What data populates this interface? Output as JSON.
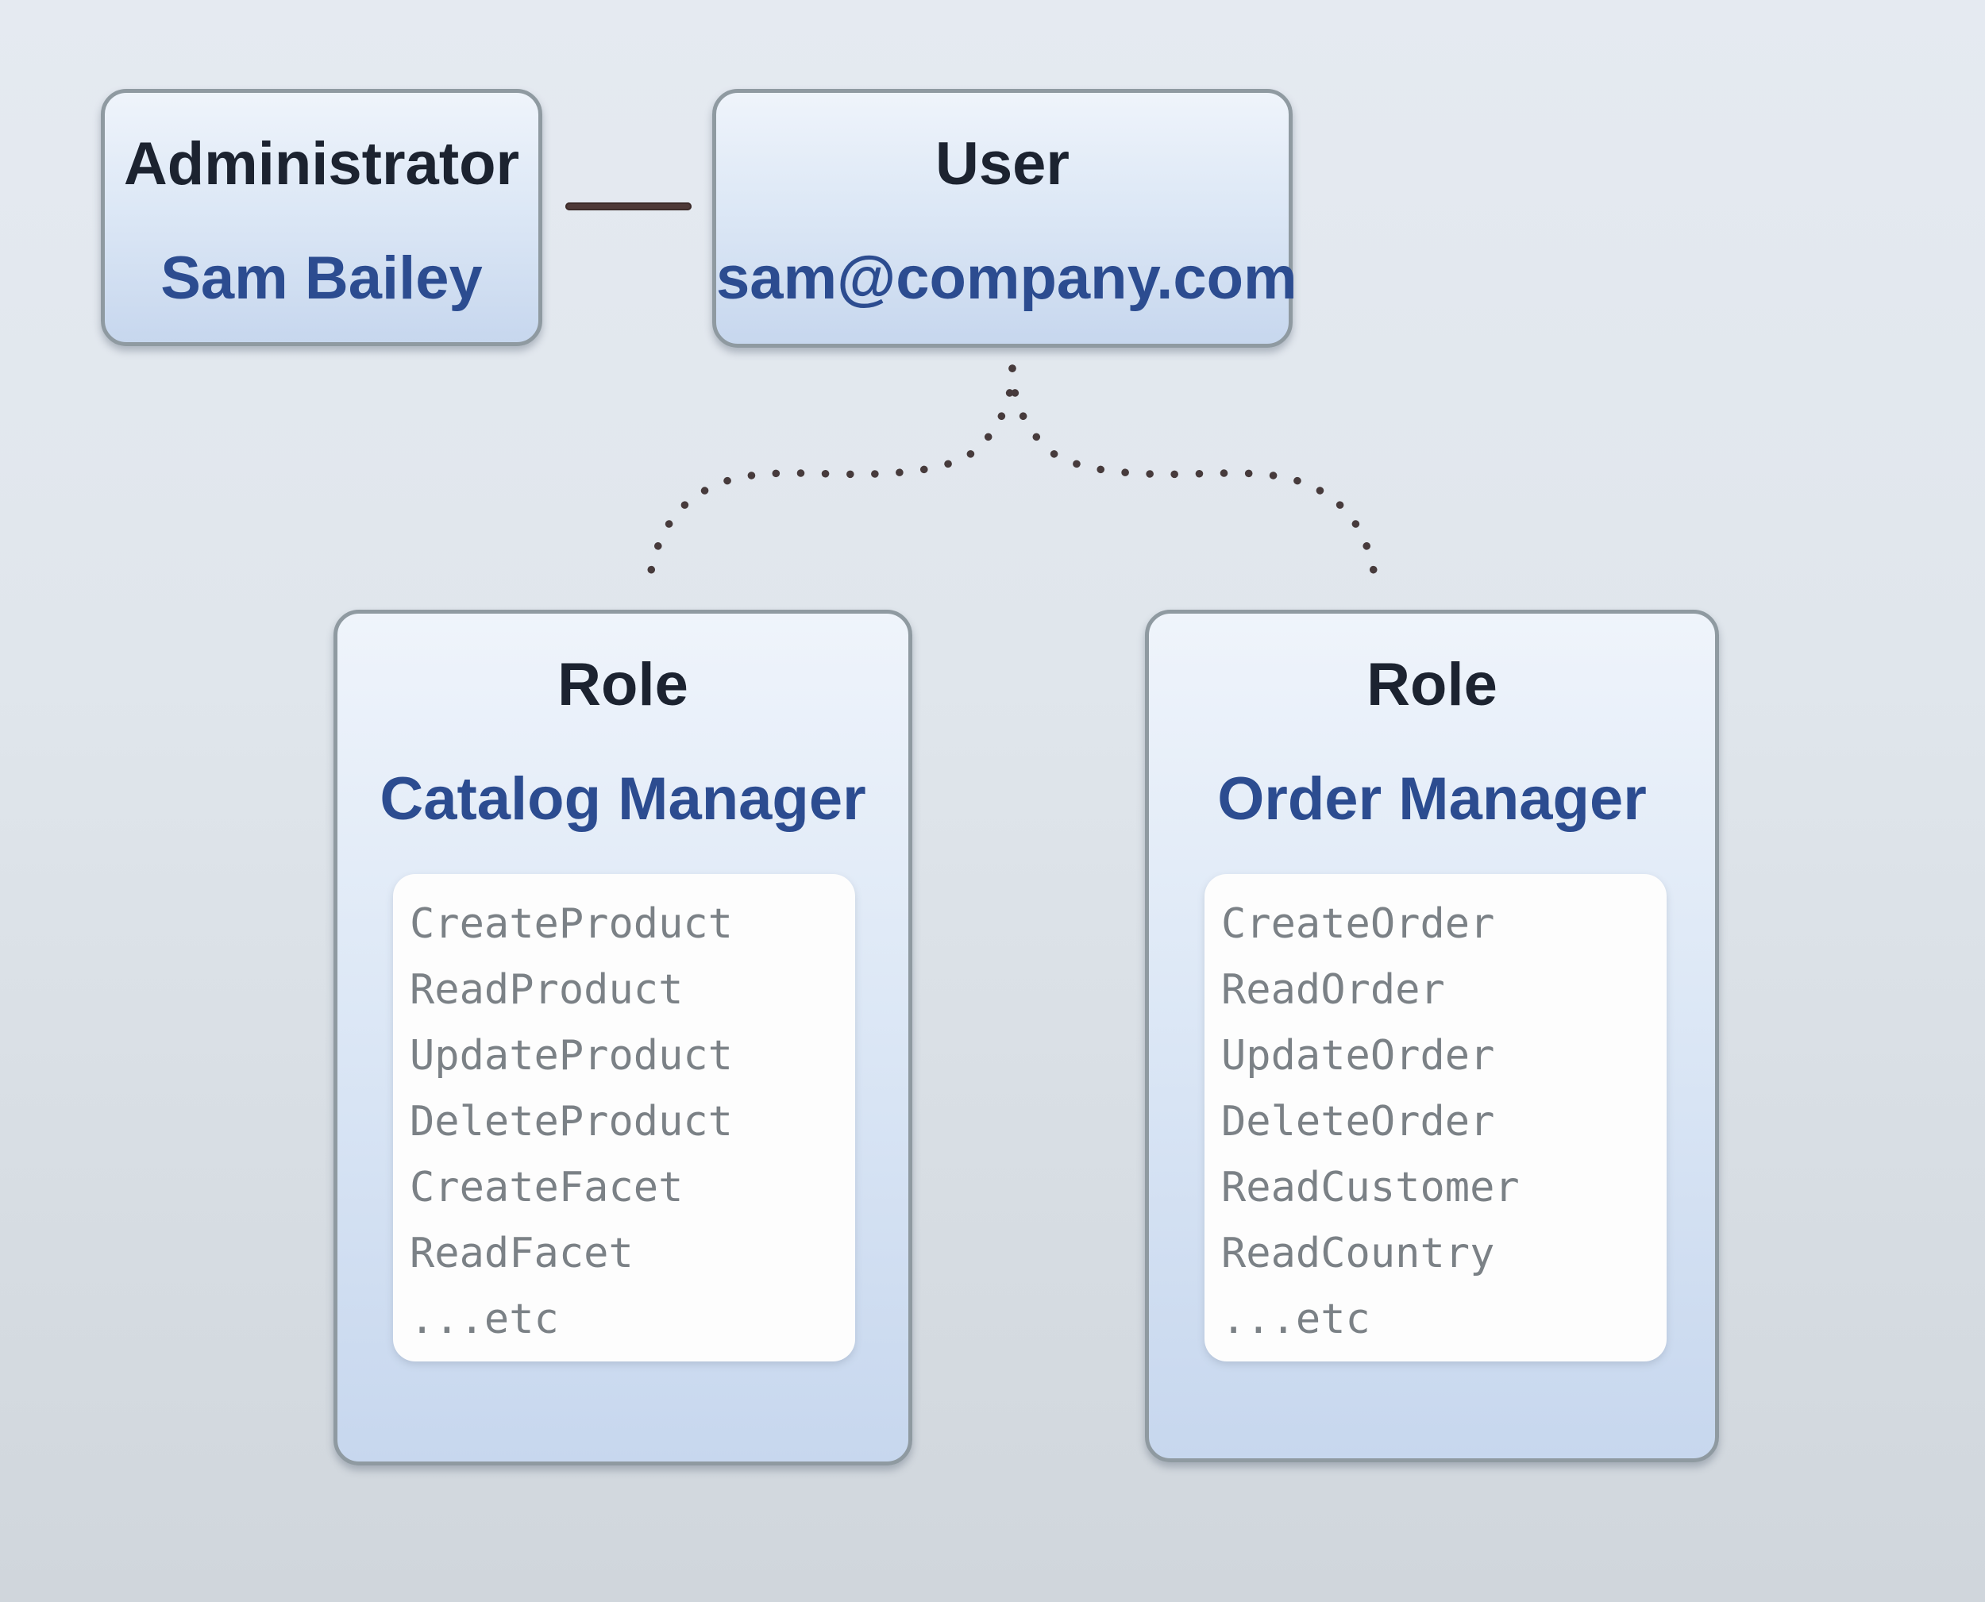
{
  "diagram": {
    "administrator": {
      "title": "Administrator",
      "name": "Sam Bailey"
    },
    "user": {
      "title": "User",
      "email": "sam@company.com"
    },
    "roles": [
      {
        "title": "Role",
        "name": "Catalog Manager",
        "permissions": [
          "CreateProduct",
          "ReadProduct",
          "UpdateProduct",
          "DeleteProduct",
          "CreateFacet",
          "ReadFacet",
          "...etc"
        ]
      },
      {
        "title": "Role",
        "name": "Order Manager",
        "permissions": [
          "CreateOrder",
          "ReadOrder",
          "UpdateOrder",
          "DeleteOrder",
          "ReadCustomer",
          "ReadCountry",
          "...etc"
        ]
      }
    ]
  },
  "colors": {
    "background_top": "#e5eaf1",
    "background_bottom": "#d0d6dc",
    "node_border": "#8f9aa1",
    "node_fill_top": "#eff4fb",
    "node_fill_bottom": "#c7d7ee",
    "title_text": "#1c2330",
    "accent_text": "#2c4c90",
    "permission_text": "#7b8186",
    "panel_background": "#fdfdfd",
    "solid_link": "#4e3938",
    "dotted_link": "#473b3c"
  }
}
